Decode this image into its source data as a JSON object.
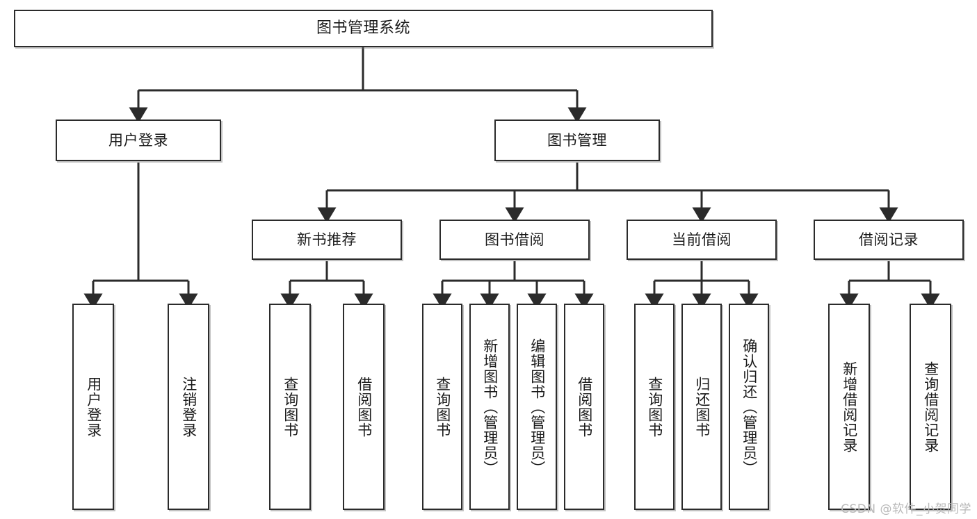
{
  "diagram": {
    "title": "图书管理系统",
    "type": "tree",
    "stroke_color": "#2b2b2b",
    "fill_color": "#ffffff",
    "text_color": "#1a1a1a",
    "watermark": "CSDN @软件_小贺同学",
    "levels": {
      "root": "图书管理系统",
      "level2": [
        "用户登录",
        "图书管理"
      ],
      "level3": [
        "新书推荐",
        "图书借阅",
        "当前借阅",
        "借阅记录"
      ]
    },
    "nodes": {
      "root": {
        "label": "图书管理系统"
      },
      "user_login": {
        "label": "用户登录"
      },
      "book_manage": {
        "label": "图书管理"
      },
      "new_book_rec": {
        "label": "新书推荐"
      },
      "book_borrow": {
        "label": "图书借阅"
      },
      "current_borrow": {
        "label": "当前借阅"
      },
      "borrow_record": {
        "label": "借阅记录"
      },
      "leaf_user_login": {
        "label": "用户登录"
      },
      "leaf_logout": {
        "label": "注销登录"
      },
      "leaf_query_book_1": {
        "label": "查询图书"
      },
      "leaf_borrow_book_1": {
        "label": "借阅图书"
      },
      "leaf_query_book_2": {
        "label": "查询图书"
      },
      "leaf_add_book": {
        "label": "新增图书（管理员）"
      },
      "leaf_edit_book": {
        "label": "编辑图书（管理员）"
      },
      "leaf_borrow_book_2": {
        "label": "借阅图书"
      },
      "leaf_query_book_3": {
        "label": "查询图书"
      },
      "leaf_return_book": {
        "label": "归还图书"
      },
      "leaf_confirm_return": {
        "label": "确认归还（管理员）"
      },
      "leaf_add_record": {
        "label": "新增借阅记录"
      },
      "leaf_query_record": {
        "label": "查询借阅记录"
      }
    },
    "edges": [
      {
        "from": "root",
        "to": "user_login"
      },
      {
        "from": "root",
        "to": "book_manage"
      },
      {
        "from": "user_login",
        "to": "leaf_user_login"
      },
      {
        "from": "user_login",
        "to": "leaf_logout"
      },
      {
        "from": "book_manage",
        "to": "new_book_rec"
      },
      {
        "from": "book_manage",
        "to": "book_borrow"
      },
      {
        "from": "book_manage",
        "to": "current_borrow"
      },
      {
        "from": "book_manage",
        "to": "borrow_record"
      },
      {
        "from": "new_book_rec",
        "to": "leaf_query_book_1"
      },
      {
        "from": "new_book_rec",
        "to": "leaf_borrow_book_1"
      },
      {
        "from": "book_borrow",
        "to": "leaf_query_book_2"
      },
      {
        "from": "book_borrow",
        "to": "leaf_add_book"
      },
      {
        "from": "book_borrow",
        "to": "leaf_edit_book"
      },
      {
        "from": "book_borrow",
        "to": "leaf_borrow_book_2"
      },
      {
        "from": "current_borrow",
        "to": "leaf_query_book_3"
      },
      {
        "from": "current_borrow",
        "to": "leaf_return_book"
      },
      {
        "from": "current_borrow",
        "to": "leaf_confirm_return"
      },
      {
        "from": "borrow_record",
        "to": "leaf_add_record"
      },
      {
        "from": "borrow_record",
        "to": "leaf_query_record"
      }
    ]
  }
}
